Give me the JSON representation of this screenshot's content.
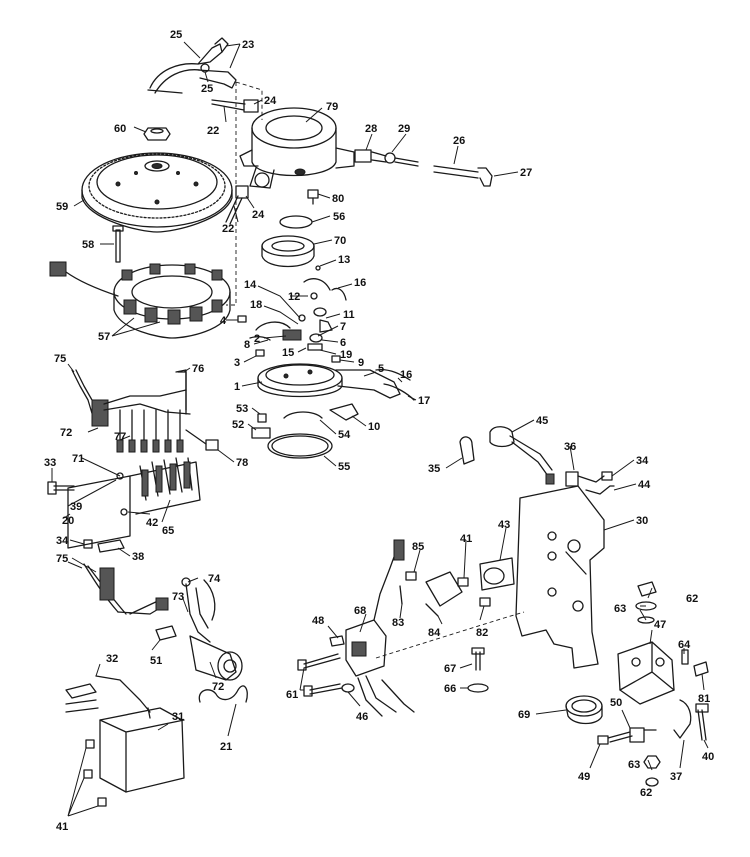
{
  "callouts": [
    {
      "id": "c25a",
      "text": "25"
    },
    {
      "id": "c23",
      "text": "23"
    },
    {
      "id": "c25b",
      "text": "25"
    },
    {
      "id": "c24a",
      "text": "24"
    },
    {
      "id": "c22a",
      "text": "22"
    },
    {
      "id": "c79",
      "text": "79"
    },
    {
      "id": "c60",
      "text": "60"
    },
    {
      "id": "c28",
      "text": "28"
    },
    {
      "id": "c29",
      "text": "29"
    },
    {
      "id": "c26",
      "text": "26"
    },
    {
      "id": "c27",
      "text": "27"
    },
    {
      "id": "c59",
      "text": "59"
    },
    {
      "id": "c80",
      "text": "80"
    },
    {
      "id": "c22b",
      "text": "22"
    },
    {
      "id": "c24b",
      "text": "24"
    },
    {
      "id": "c56",
      "text": "56"
    },
    {
      "id": "c70",
      "text": "70"
    },
    {
      "id": "c58",
      "text": "58"
    },
    {
      "id": "c13",
      "text": "13"
    },
    {
      "id": "c16a",
      "text": "16"
    },
    {
      "id": "c14",
      "text": "14"
    },
    {
      "id": "c12",
      "text": "12"
    },
    {
      "id": "c18",
      "text": "18"
    },
    {
      "id": "c11",
      "text": "11"
    },
    {
      "id": "c4",
      "text": "4"
    },
    {
      "id": "c7",
      "text": "7"
    },
    {
      "id": "c57",
      "text": "57"
    },
    {
      "id": "c2",
      "text": "2"
    },
    {
      "id": "c6",
      "text": "6"
    },
    {
      "id": "c8",
      "text": "8"
    },
    {
      "id": "c15",
      "text": "15"
    },
    {
      "id": "c19",
      "text": "19"
    },
    {
      "id": "c75a",
      "text": "75"
    },
    {
      "id": "c3",
      "text": "3"
    },
    {
      "id": "c9",
      "text": "9"
    },
    {
      "id": "c76",
      "text": "76"
    },
    {
      "id": "c5",
      "text": "5"
    },
    {
      "id": "c16b",
      "text": "16"
    },
    {
      "id": "c1",
      "text": "1"
    },
    {
      "id": "c17",
      "text": "17"
    },
    {
      "id": "c53",
      "text": "53"
    },
    {
      "id": "c52",
      "text": "52"
    },
    {
      "id": "c10",
      "text": "10"
    },
    {
      "id": "c72a",
      "text": "72"
    },
    {
      "id": "c77",
      "text": "77"
    },
    {
      "id": "c54",
      "text": "54"
    },
    {
      "id": "c45",
      "text": "45"
    },
    {
      "id": "c78",
      "text": "78"
    },
    {
      "id": "c55",
      "text": "55"
    },
    {
      "id": "c33",
      "text": "33"
    },
    {
      "id": "c71",
      "text": "71"
    },
    {
      "id": "c35",
      "text": "35"
    },
    {
      "id": "c36",
      "text": "36"
    },
    {
      "id": "c34a",
      "text": "34"
    },
    {
      "id": "c44",
      "text": "44"
    },
    {
      "id": "c39",
      "text": "39"
    },
    {
      "id": "c20",
      "text": "20"
    },
    {
      "id": "c42",
      "text": "42"
    },
    {
      "id": "c65",
      "text": "65"
    },
    {
      "id": "c30",
      "text": "30"
    },
    {
      "id": "c43",
      "text": "43"
    },
    {
      "id": "c34b",
      "text": "34"
    },
    {
      "id": "c38",
      "text": "38"
    },
    {
      "id": "c41a",
      "text": "41"
    },
    {
      "id": "c85",
      "text": "85"
    },
    {
      "id": "c75b",
      "text": "75"
    },
    {
      "id": "c74",
      "text": "74"
    },
    {
      "id": "c62a",
      "text": "62"
    },
    {
      "id": "c73",
      "text": "73"
    },
    {
      "id": "c83",
      "text": "83"
    },
    {
      "id": "c84",
      "text": "84"
    },
    {
      "id": "c82",
      "text": "82"
    },
    {
      "id": "c63a",
      "text": "63"
    },
    {
      "id": "c48",
      "text": "48"
    },
    {
      "id": "c68",
      "text": "68"
    },
    {
      "id": "c47",
      "text": "47"
    },
    {
      "id": "c51",
      "text": "51"
    },
    {
      "id": "c72b",
      "text": "72"
    },
    {
      "id": "c64",
      "text": "64"
    },
    {
      "id": "c32",
      "text": "32"
    },
    {
      "id": "c67",
      "text": "67"
    },
    {
      "id": "c61",
      "text": "61"
    },
    {
      "id": "c66",
      "text": "66"
    },
    {
      "id": "c81",
      "text": "81"
    },
    {
      "id": "c46",
      "text": "46"
    },
    {
      "id": "c69",
      "text": "69"
    },
    {
      "id": "c50",
      "text": "50"
    },
    {
      "id": "c31",
      "text": "31"
    },
    {
      "id": "c21",
      "text": "21"
    },
    {
      "id": "c40",
      "text": "40"
    },
    {
      "id": "c49",
      "text": "49"
    },
    {
      "id": "c37",
      "text": "37"
    },
    {
      "id": "c63b",
      "text": "63"
    },
    {
      "id": "c62b",
      "text": "62"
    },
    {
      "id": "c41b",
      "text": "41"
    }
  ]
}
